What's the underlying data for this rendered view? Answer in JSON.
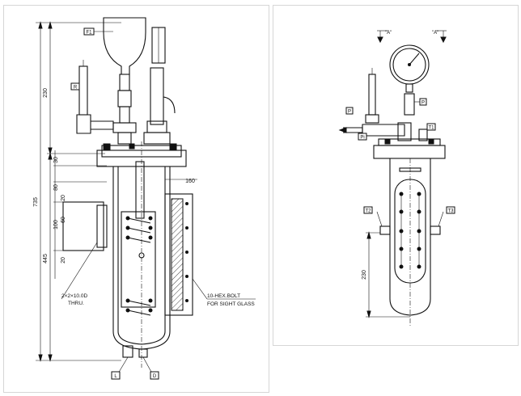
{
  "left_view": {
    "dimensions": {
      "overall_height": "735",
      "upper_height": "230",
      "lower_height": "445",
      "flange_thickness": "30",
      "d80": "80",
      "d20_top": "20",
      "d100": "100",
      "d60": "60",
      "d20_bottom": "20",
      "width_160": "160"
    },
    "tags": {
      "f1": "F1",
      "r": "R",
      "l": "L",
      "d": "D"
    },
    "notes": {
      "hole_note_line1": "2×2×10.0D",
      "hole_note_line2": "THRU.",
      "bolt_note_line1": "10-HEX.BOLT",
      "bolt_note_line2": "FOR SIGHT GLASS"
    }
  },
  "right_view": {
    "section_marks": {
      "left": "\"A\"",
      "right": "\"A\""
    },
    "dimensions": {
      "height_230": "230"
    },
    "tags": {
      "p_gauge": "P",
      "p_left": "P",
      "pi_left": "Pi",
      "t1": "T1",
      "t_left": "T2",
      "t_right": "T3"
    }
  }
}
